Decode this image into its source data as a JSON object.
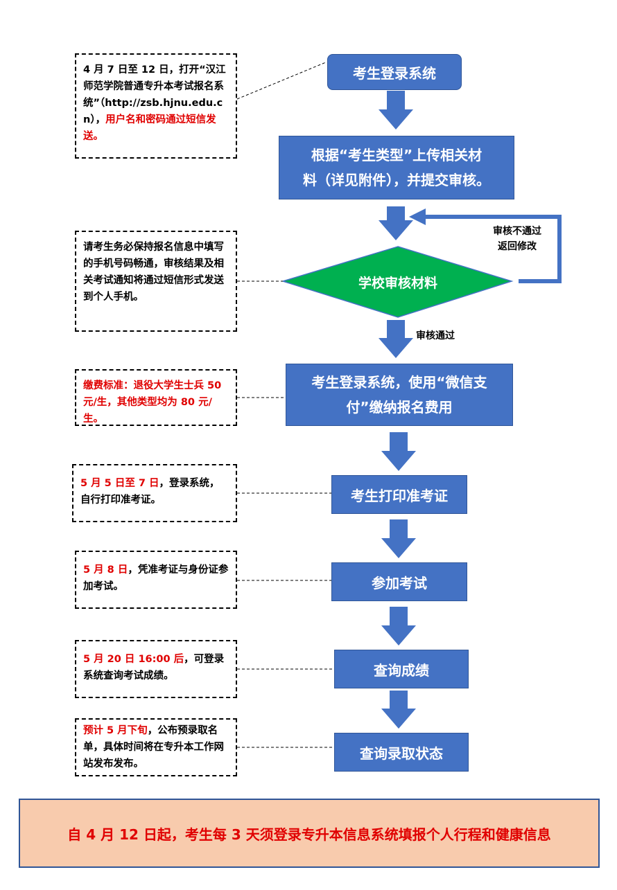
{
  "steps": {
    "login": "考生登录系统",
    "upload_line1": "根据“考生类型”上传相关材",
    "upload_line2": "料（详见附件），并提交审核。",
    "review": "学校审核材料",
    "pay_line1": "考生登录系统，使用“微信支",
    "pay_line2": "付”缴纳报名费用",
    "print": "考生打印准考证",
    "exam": "参加考试",
    "score": "查询成绩",
    "admission": "查询录取状态"
  },
  "labels": {
    "reject_line1": "审核不通过",
    "reject_line2": "返回修改",
    "pass": "审核通过"
  },
  "notes": {
    "login": {
      "black": "4 月 7 日至 12 日，打开“汉江师范学院普通专升本考试报名系统”（http://zsb.hjnu.edu.cn），",
      "red": "用户名和密码通过短信发送。"
    },
    "review": {
      "black": "请考生务必保持报名信息中填写的手机号码畅通，审核结果及相关考试通知将通过短信形式发送到个人手机。"
    },
    "pay": {
      "red": "缴费标准：退役大学生士兵 50 元/生，其他类型均为 80 元/生。"
    },
    "print": {
      "red": "5 月 5 日至 7 日",
      "black": "，登录系统，自行打印准考证。"
    },
    "exam": {
      "red": "5 月 8 日",
      "black": "，凭准考证与身份证参加考试。"
    },
    "score": {
      "red": "5 月 20 日 16:00 后",
      "black": "，可登录系统查询考试成绩。"
    },
    "admission": {
      "red": "预计 5 月下旬",
      "black": "，公布预录取名单，具体时间将在专升本工作网站发布发布。"
    }
  },
  "banner": "自 4 月 12 日起，考生每 3 天须登录专升本信息系统填报个人行程和健康信息",
  "colors": {
    "step_fill": "#4472c4",
    "decision_fill": "#00b050",
    "note_red": "#e00000",
    "banner_fill": "#f8cbad"
  }
}
